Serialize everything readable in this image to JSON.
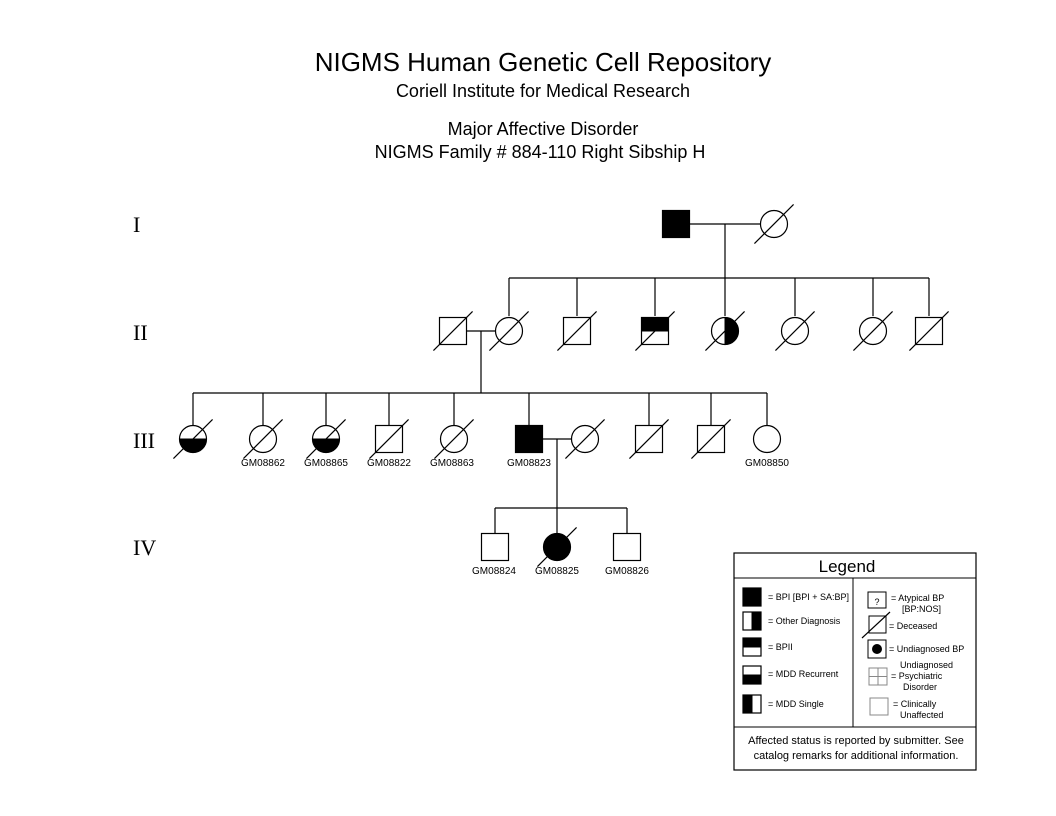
{
  "header": {
    "title": "NIGMS Human Genetic Cell Repository",
    "subtitle": "Coriell Institute for Medical Research",
    "disorder": "Major Affective Disorder",
    "family": "NIGMS Family # 884-110 Right Sibship H"
  },
  "generations": [
    "I",
    "II",
    "III",
    "IV"
  ],
  "pedigree": {
    "gen1": [
      {
        "sex": "male",
        "fill": "bpi",
        "deceased": false,
        "id": ""
      },
      {
        "sex": "female",
        "fill": "none",
        "deceased": true,
        "id": ""
      }
    ],
    "gen2": [
      {
        "sex": "male",
        "fill": "none",
        "deceased": true,
        "id": "",
        "note": "spouse"
      },
      {
        "sex": "female",
        "fill": "none",
        "deceased": true,
        "id": ""
      },
      {
        "sex": "male",
        "fill": "none",
        "deceased": true,
        "id": ""
      },
      {
        "sex": "male",
        "fill": "bpii",
        "deceased": true,
        "id": ""
      },
      {
        "sex": "female",
        "fill": "other",
        "deceased": true,
        "id": ""
      },
      {
        "sex": "female",
        "fill": "none",
        "deceased": true,
        "id": ""
      },
      {
        "sex": "female",
        "fill": "none",
        "deceased": true,
        "id": ""
      },
      {
        "sex": "male",
        "fill": "none",
        "deceased": true,
        "id": ""
      }
    ],
    "gen3": [
      {
        "sex": "female",
        "fill": "mdd_recurrent",
        "deceased": true,
        "id": ""
      },
      {
        "sex": "female",
        "fill": "none",
        "deceased": true,
        "id": "GM08862"
      },
      {
        "sex": "female",
        "fill": "mdd_recurrent",
        "deceased": true,
        "id": "GM08865"
      },
      {
        "sex": "male",
        "fill": "none",
        "deceased": true,
        "id": "GM08822"
      },
      {
        "sex": "female",
        "fill": "none",
        "deceased": true,
        "id": "GM08863"
      },
      {
        "sex": "male",
        "fill": "bpi",
        "deceased": false,
        "id": "GM08823"
      },
      {
        "sex": "female",
        "fill": "none",
        "deceased": true,
        "id": "",
        "note": "spouse"
      },
      {
        "sex": "male",
        "fill": "none",
        "deceased": true,
        "id": ""
      },
      {
        "sex": "male",
        "fill": "none",
        "deceased": true,
        "id": ""
      },
      {
        "sex": "female",
        "fill": "none",
        "deceased": false,
        "id": "GM08850"
      }
    ],
    "gen4": [
      {
        "sex": "male",
        "fill": "none",
        "deceased": false,
        "id": "GM08824"
      },
      {
        "sex": "female",
        "fill": "bpi",
        "deceased": true,
        "id": "GM08825"
      },
      {
        "sex": "male",
        "fill": "none",
        "deceased": false,
        "id": "GM08826"
      }
    ]
  },
  "legend": {
    "title": "Legend",
    "left_items": [
      {
        "fill": "bpi",
        "label": "= BPI [BPI + SA:BP]"
      },
      {
        "fill": "other",
        "label": "= Other Diagnosis"
      },
      {
        "fill": "bpii",
        "label": "= BPII"
      },
      {
        "fill": "mdd_recurrent",
        "label": "= MDD Recurrent"
      },
      {
        "fill": "mdd_single",
        "label": "= MDD Single"
      }
    ],
    "right_items": [
      {
        "symbol": "question",
        "glyph": "?",
        "label_lines": [
          "=  Atypical BP",
          "[BP:NOS]"
        ]
      },
      {
        "symbol": "deceased",
        "label_lines": [
          "= Deceased"
        ]
      },
      {
        "symbol": "dot",
        "label_lines": [
          "= Undiagnosed BP"
        ]
      },
      {
        "symbol": "cross",
        "label_lines": [
          "Undiagnosed",
          "= Psychiatric",
          "Disorder"
        ]
      },
      {
        "symbol": "empty",
        "label_lines": [
          "= Clinically",
          "Unaffected"
        ]
      }
    ],
    "note_lines": [
      "Affected status is reported by submitter. See",
      "catalog remarks for additional information."
    ]
  },
  "colors": {
    "ink": "#000000",
    "paper": "#ffffff",
    "line_gray": "#888888"
  }
}
